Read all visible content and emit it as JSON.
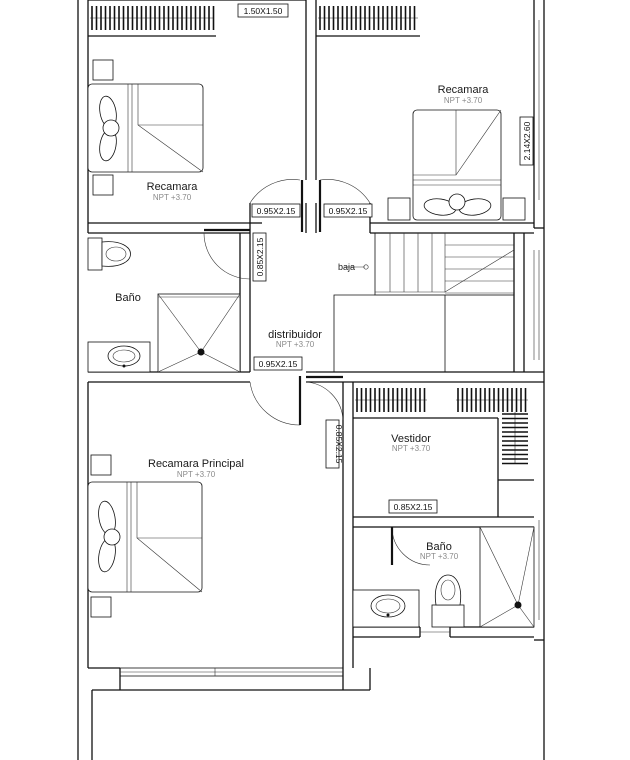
{
  "rooms": {
    "recamara_1": {
      "name": "Recamara",
      "level": ""
    },
    "recamara_2": {
      "name": "Recamara",
      "level": "NPT +3.70"
    },
    "bano_1": {
      "name": "Baño",
      "level": ""
    },
    "distribuidor": {
      "name": "distribuidor",
      "level": "NPT +3.70"
    },
    "recamara_principal": {
      "name": "Recamara Principal",
      "level": "NPT +3.70"
    },
    "vestidor": {
      "name": "Vestidor",
      "level": "NPT +3.70"
    },
    "bano_2": {
      "name": "Baño",
      "level": "NPT +3.70"
    }
  },
  "recamara_1_sub": "NPT +3.70",
  "stair_label": "baja",
  "dimensions": {
    "window_top": "1.50X1.50",
    "window_right": "2.14X2.60",
    "door_rec1": "0.95X2.15",
    "door_rec2": "0.95X2.15",
    "door_bano1": "0.85X2.15",
    "door_principal": "0.95X2.15",
    "door_vestidor": "0.85X2.15",
    "door_bano2": "0.85X2.15"
  }
}
